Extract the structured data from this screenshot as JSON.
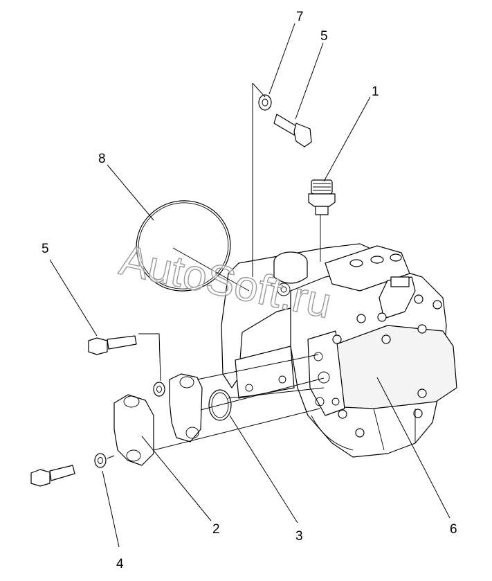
{
  "watermark": "AutoSoft.ru",
  "callouts": [
    {
      "id": "1",
      "label": "1"
    },
    {
      "id": "2",
      "label": "2"
    },
    {
      "id": "3",
      "label": "3"
    },
    {
      "id": "4",
      "label": "4"
    },
    {
      "id": "5a",
      "label": "5"
    },
    {
      "id": "5b",
      "label": "5"
    },
    {
      "id": "6",
      "label": "6"
    },
    {
      "id": "7",
      "label": "7"
    },
    {
      "id": "8",
      "label": "8"
    }
  ]
}
